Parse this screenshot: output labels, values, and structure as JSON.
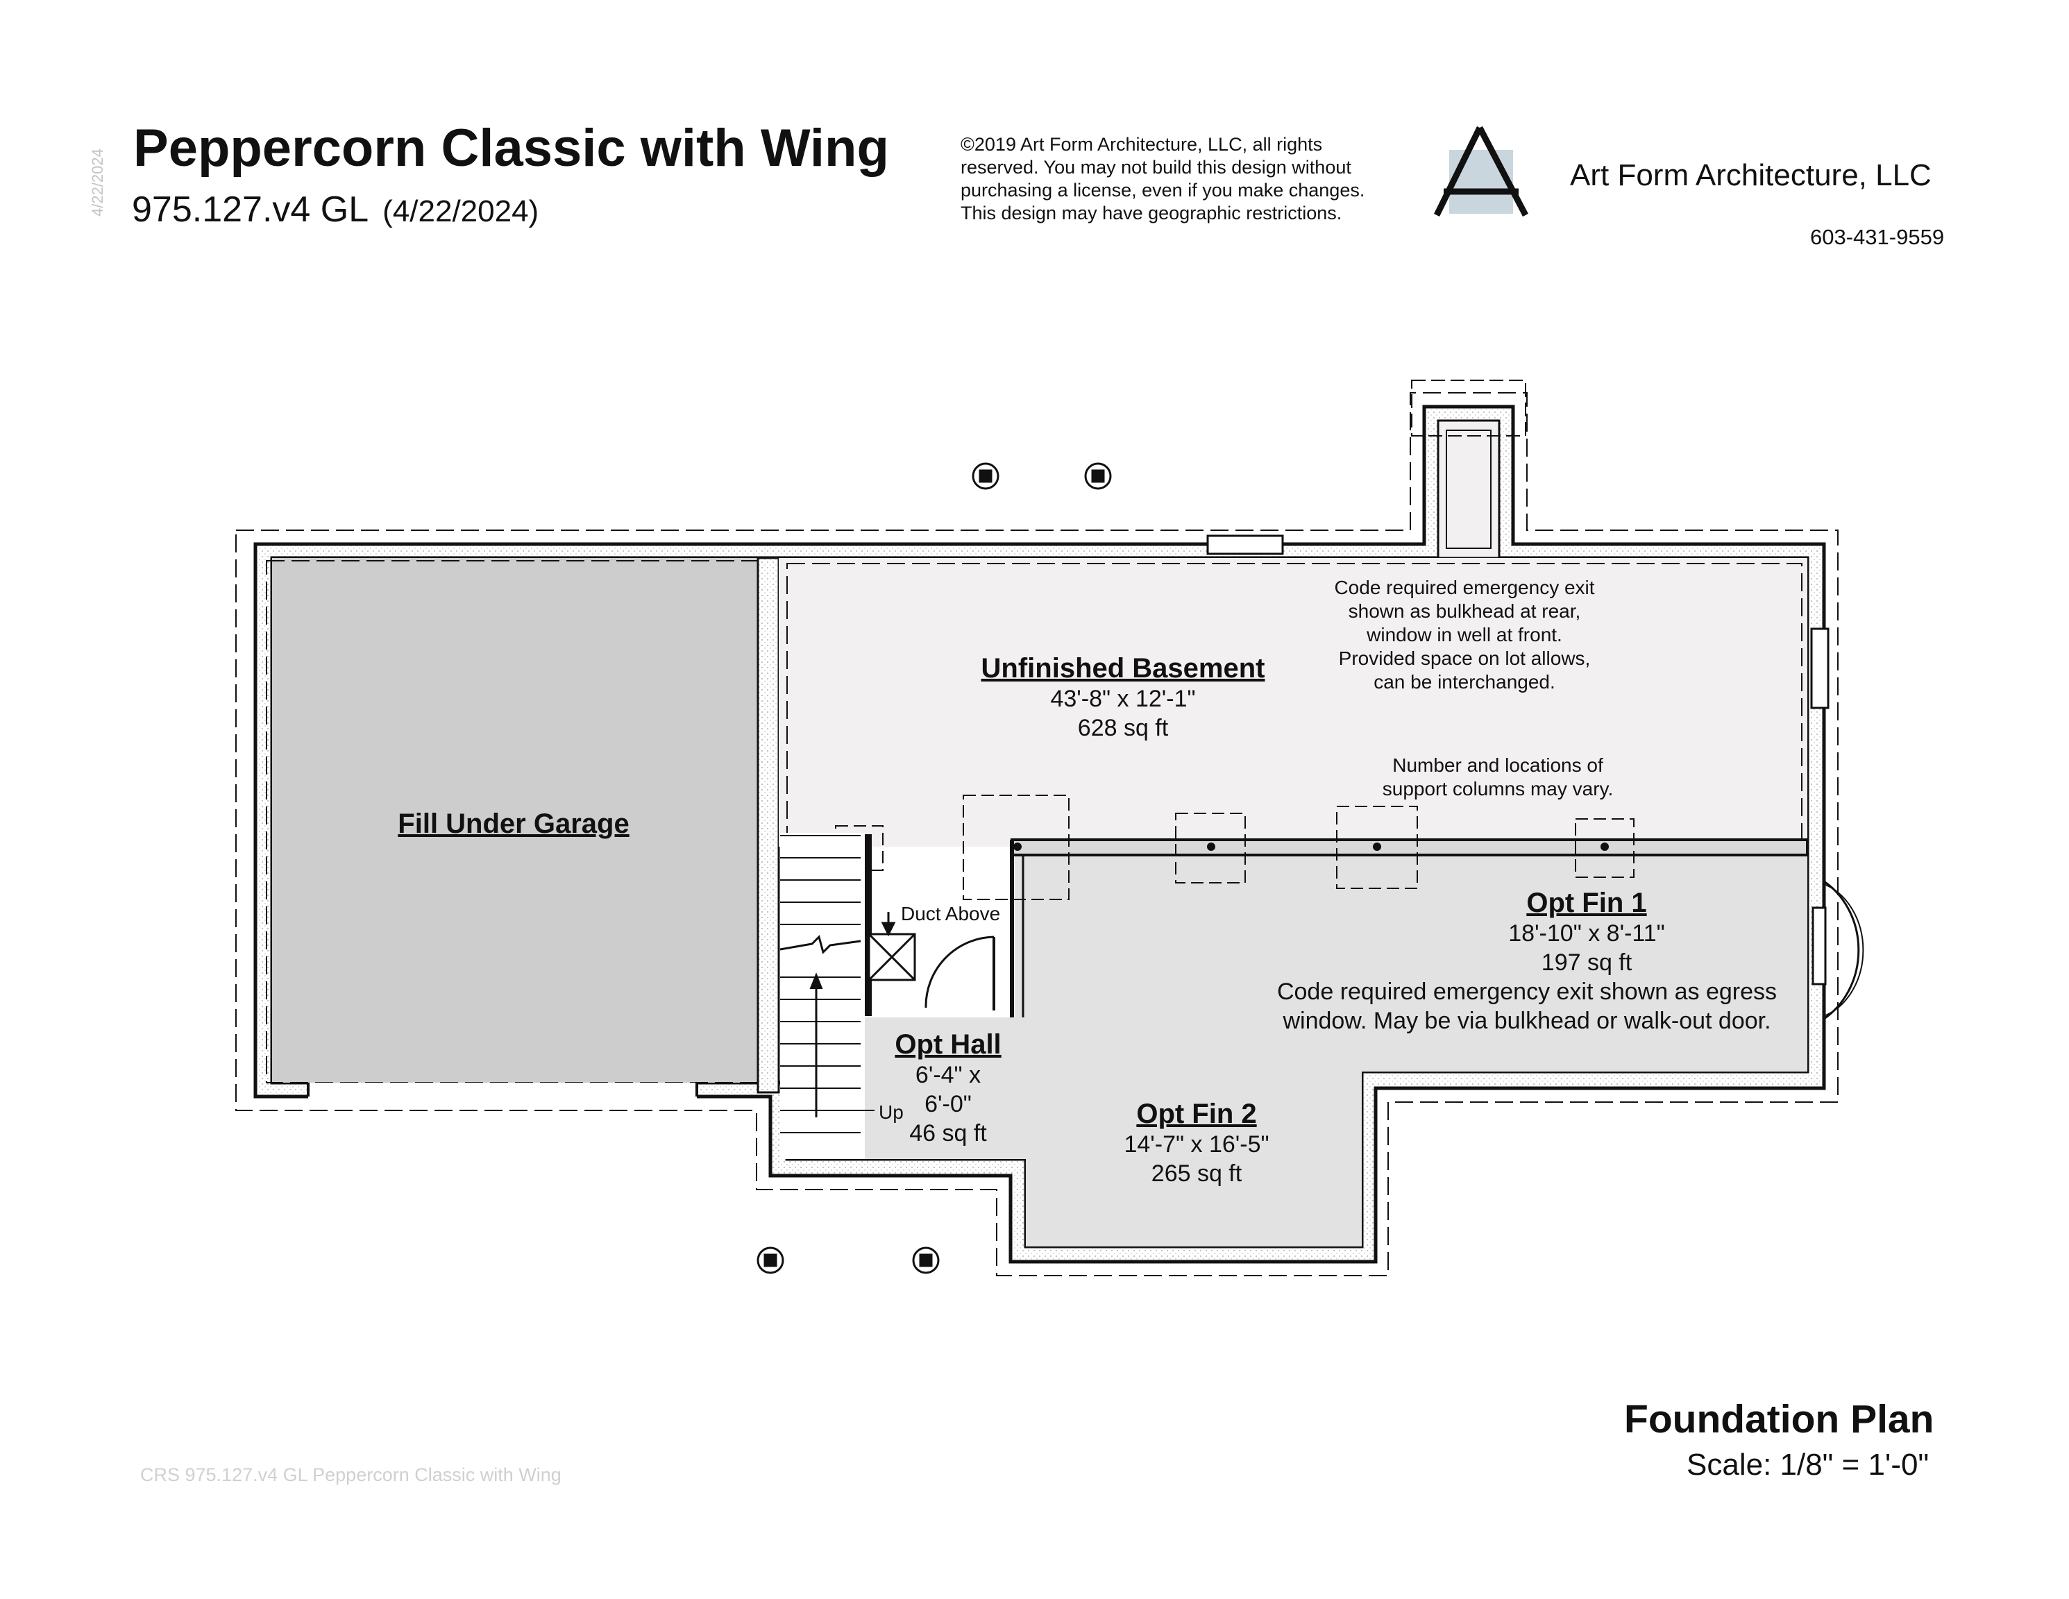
{
  "header": {
    "side_date": "4/22/2024",
    "title": "Peppercorn Classic with Wing",
    "plan_number": "975.127.v4 GL",
    "revision_date": "(4/22/2024)"
  },
  "copyright": {
    "lines": [
      "©2019 Art Form Architecture, LLC, all rights",
      "reserved. You may not build this design without",
      "purchasing a license, even if you make changes.",
      "This design may have geographic restrictions."
    ]
  },
  "firm": {
    "name": "Art Form Architecture, LLC",
    "phone": "603-431-9559",
    "logo_icon": "letter-a-logo"
  },
  "rooms": {
    "garage": {
      "name": "Fill Under Garage"
    },
    "basement": {
      "name": "Unfinished Basement",
      "dimensions": "43'-8\" x 12'-1\"",
      "area": "628 sq ft"
    },
    "fin1": {
      "name": "Opt Fin 1",
      "dimensions": "18'-10\" x 8'-11\"",
      "area": "197 sq ft",
      "note_lines": [
        "Code required emergency exit shown as egress",
        "window. May be via bulkhead or walk-out door."
      ]
    },
    "fin2": {
      "name": "Opt Fin 2",
      "dimensions": "14'-7\" x 16'-5\"",
      "area": "265 sq ft"
    },
    "hall": {
      "name": "Opt Hall",
      "dimension_lines": [
        "6'-4\" x",
        "6'-0\""
      ],
      "area": "46 sq ft"
    }
  },
  "notes": {
    "emergency_exit_lines": [
      "Code required emergency exit",
      "shown as bulkhead at rear,",
      "window in well at front.",
      "Provided space on lot allows,",
      "can be interchanged."
    ],
    "columns_lines": [
      "Number and locations of",
      "support columns may vary."
    ],
    "duct": "Duct Above",
    "stair_up": "Up"
  },
  "sheet": {
    "title": "Foundation Plan",
    "scale": "Scale: 1/8\" = 1'-0\""
  },
  "footer": {
    "text": "CRS 975.127.v4 GL Peppercorn Classic with Wing"
  },
  "colors": {
    "garage_fill": "#cdcdcd",
    "basement_fill": "#f3f0f1",
    "finished_fill": "#e2e2e2",
    "wall_fill": "#ffffff",
    "ink": "#111111",
    "logo_accent": "#c9d6de"
  }
}
